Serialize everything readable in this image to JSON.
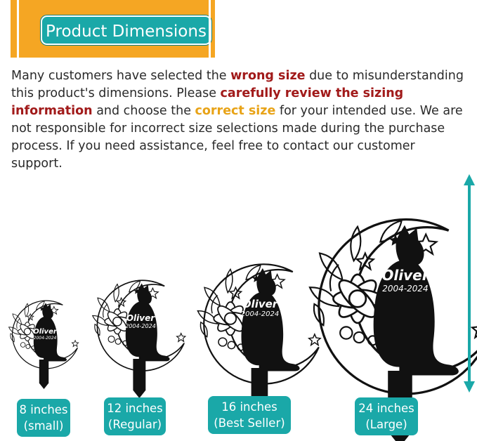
{
  "banner": {
    "title": "Product Dimensions"
  },
  "description": {
    "p1": "Many customers have selected the ",
    "h1": "wrong size",
    "p2": " due to misunderstanding this product's dimensions. Please ",
    "h2": "carefully review the sizing information",
    "p3": " and choose the ",
    "h3": "correct size",
    "p4": " for your intended use. We are not responsible for incorrect size selections made during the purchase process. If you need assistance, feel free to contact our customer support."
  },
  "stake_text": {
    "name": "Oliver",
    "years": "2004-2024"
  },
  "sizes": [
    {
      "size": "8 inches",
      "note": "(small)"
    },
    {
      "size": "12 inches",
      "note": "(Regular)"
    },
    {
      "size": "16 inches",
      "note": "(Best Seller)"
    },
    {
      "size": "24 inches",
      "note": "(Large)"
    }
  ],
  "colors": {
    "accent": "#1aa8a8",
    "banner": "#f5a623",
    "warning": "#a11a1a",
    "highlight": "#e8a317"
  },
  "icons": [
    "height-arrow-icon",
    "moon-icon",
    "cat-icon",
    "flower-icon",
    "star-icon"
  ]
}
